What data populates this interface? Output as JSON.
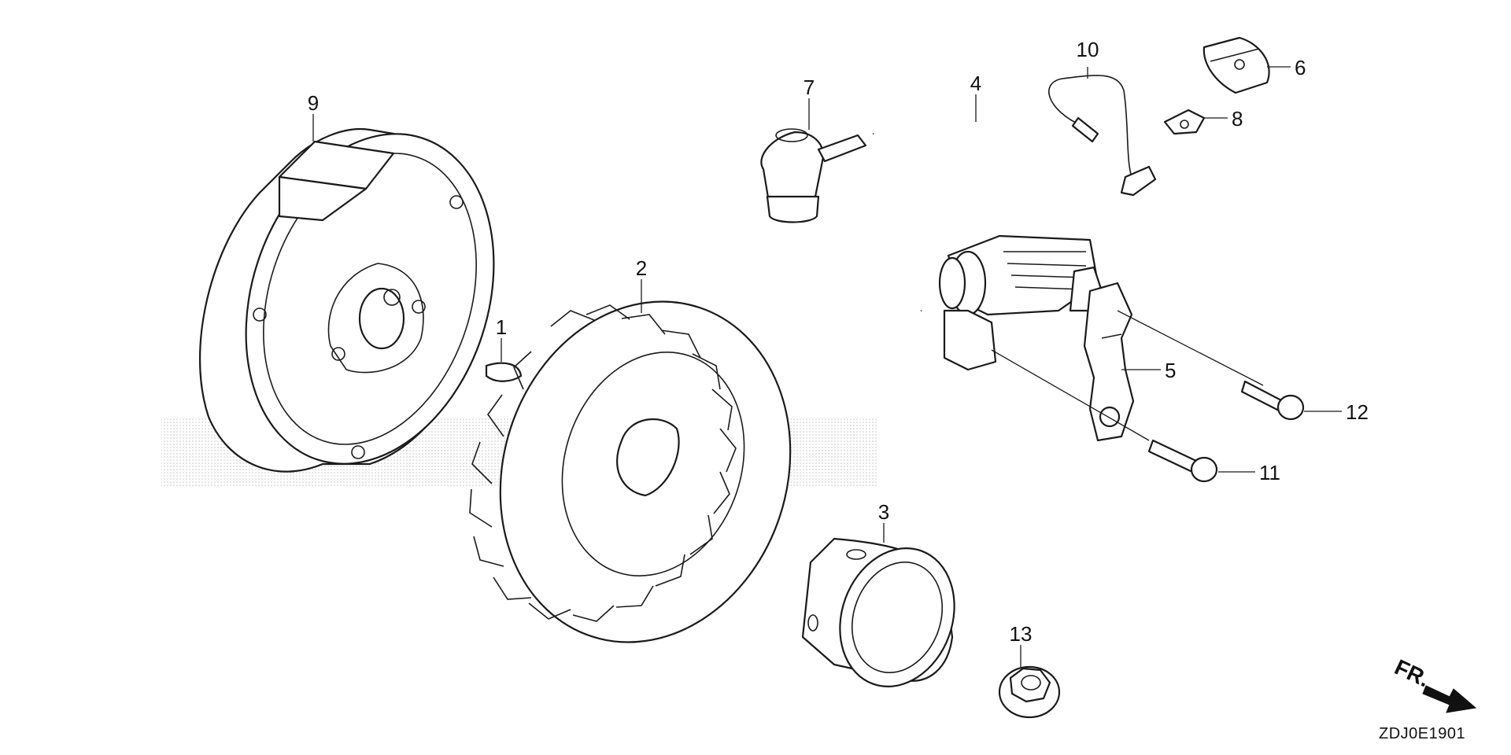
{
  "diagram": {
    "code": "ZDJ0E1901",
    "direction_label": "FR.",
    "watermark_icon": "honda-wing-watermark"
  },
  "callouts": [
    {
      "id": "1",
      "label": "1"
    },
    {
      "id": "2",
      "label": "2"
    },
    {
      "id": "3",
      "label": "3"
    },
    {
      "id": "4",
      "label": "4"
    },
    {
      "id": "5",
      "label": "5"
    },
    {
      "id": "6",
      "label": "6"
    },
    {
      "id": "7",
      "label": "7"
    },
    {
      "id": "8",
      "label": "8"
    },
    {
      "id": "9",
      "label": "9"
    },
    {
      "id": "10",
      "label": "10"
    },
    {
      "id": "11",
      "label": "11"
    },
    {
      "id": "12",
      "label": "12"
    },
    {
      "id": "13",
      "label": "13"
    }
  ]
}
